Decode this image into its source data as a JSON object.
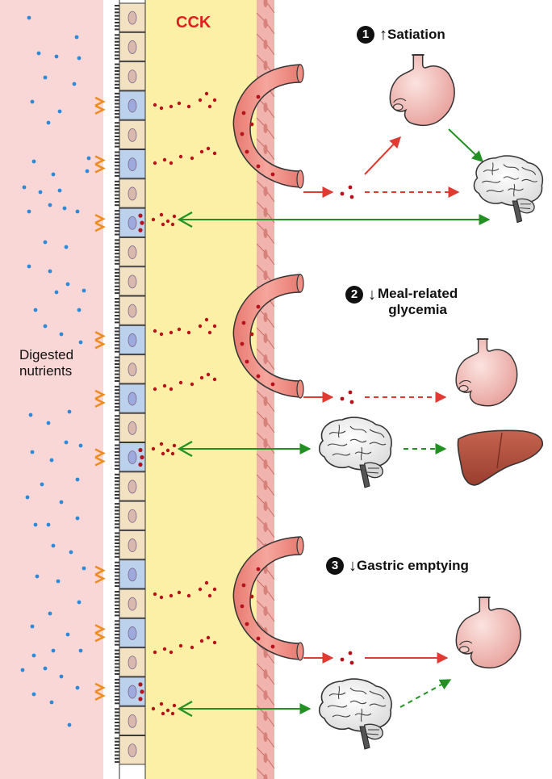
{
  "hormone_label": "CCK",
  "lumen_label": "Digested\nnutrients",
  "effects": [
    {
      "number": "1",
      "arrow": "↑",
      "text": "Satiation"
    },
    {
      "number": "2",
      "arrow": "↓",
      "text": "Meal-related\nglycemia"
    },
    {
      "number": "3",
      "arrow": "↓",
      "text": "Gastric emptying"
    }
  ],
  "colors": {
    "lumen": "#f8d7d6",
    "lamina": "#fbf0a6",
    "vessel": "#ef8f84",
    "hormone_dot": "#b5121b",
    "nutrient_dot": "#2e8ad8",
    "endocrine_cell": "#bcd2ec",
    "enterocyte": "#f3e2c2",
    "receptor": "#f08c1e",
    "humoral_arrow": "#e03a32",
    "neural_arrow": "#229022",
    "label_red": "#e02020"
  },
  "icons": [
    "stomach-icon",
    "brain-icon",
    "liver-icon",
    "blood-vessel-icon",
    "vagal-neuron-icon"
  ]
}
